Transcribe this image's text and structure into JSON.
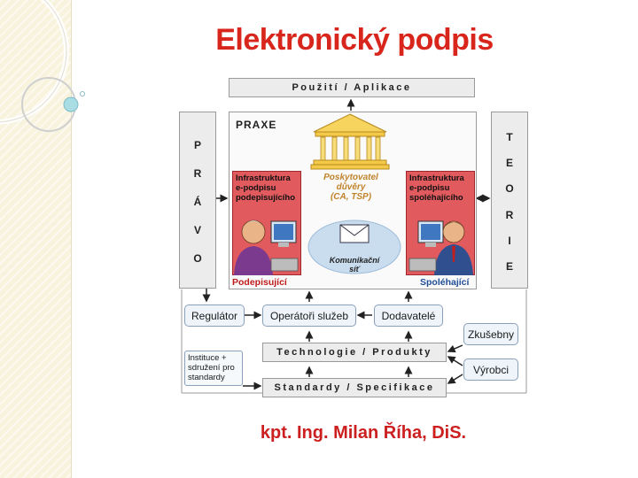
{
  "slide": {
    "title": "Elektronický podpis",
    "author": "kpt. Ing. Milan Říha, DiS."
  },
  "diagram": {
    "top_bar": "Použití / Aplikace",
    "praxe": "PRAXE",
    "pravo": [
      "P",
      "R",
      "Á",
      "V",
      "O"
    ],
    "teorie": [
      "T",
      "E",
      "O",
      "R",
      "I",
      "E"
    ],
    "provider": "Poskytovatel\ndůvěry\n(CA, TSP)",
    "left_infra": "Infrastruktura\ne-podpisu\npodepisujícího",
    "right_infra": "Infrastruktura\ne-podpisu\nspoléhajícího",
    "network": "Komunikační\nsíť",
    "podepisujici": "Podepisující",
    "spolehajici": "Spoléhající",
    "regulator": "Regulátor",
    "operatori": "Operátoři služeb",
    "dodavatele": "Dodavatelé",
    "zkusebny": "Zkušebny",
    "vyrobci": "Výrobci",
    "technologie": "Technologie / Produkty",
    "standardy": "Standardy / Specifikace",
    "instituce": "Instituce +\nsdružení pro\nstandardy"
  },
  "colors": {
    "title": "#d9261c",
    "author": "#cc1f1f",
    "infra_red": "#e15a5e",
    "provider_text": "#c0832a",
    "temple_gold": "#f3c94a"
  }
}
